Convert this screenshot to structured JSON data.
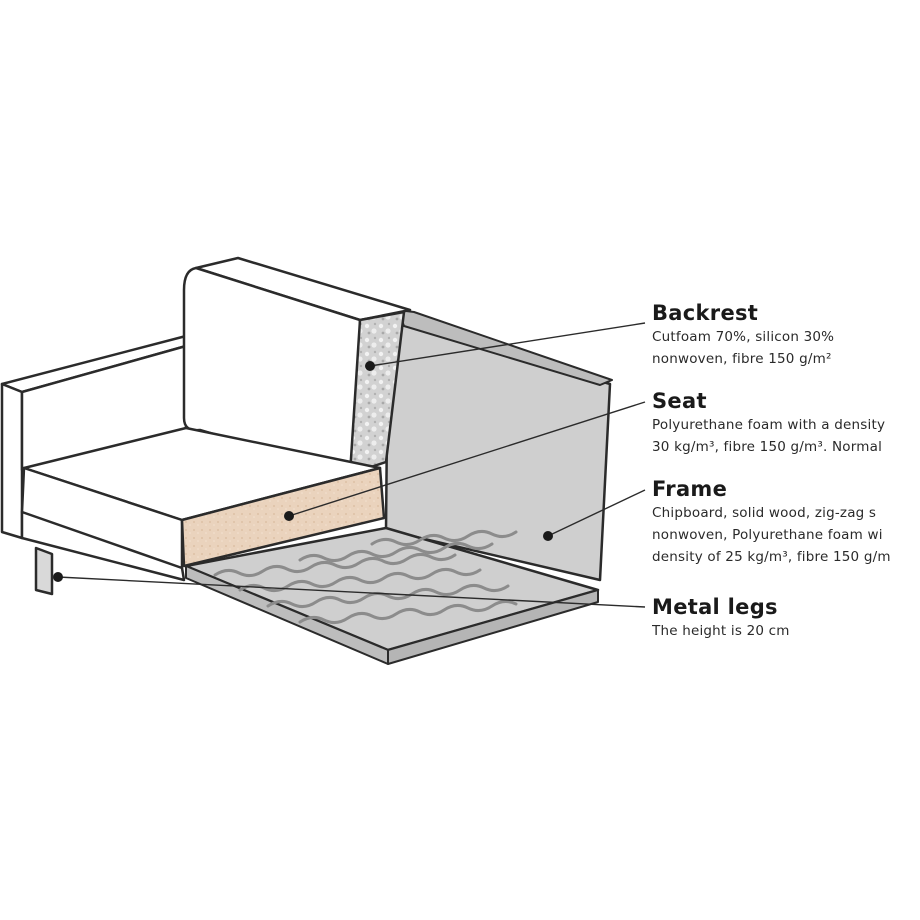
{
  "colors": {
    "outline": "#2b2b2b",
    "frame_fill": "#cfcfcf",
    "frame_top": "#bdbdbd",
    "seat_foam": "#e9d4c0",
    "backrest_foam": "#c8c8c8",
    "cushion": "#ffffff",
    "leg": "#d9d9d9"
  },
  "callouts": {
    "backrest": {
      "title": "Backrest",
      "lines": [
        "Cutfoam 70%, silicon 30%",
        "nonwoven, fibre 150 g/m²"
      ]
    },
    "seat": {
      "title": "Seat",
      "lines": [
        "Polyurethane foam with a density",
        "30 kg/m³, fibre 150 g/m³. Normal"
      ]
    },
    "frame": {
      "title": "Frame",
      "lines": [
        "Chipboard, solid wood, zig-zag s",
        "nonwoven, Polyurethane foam wi",
        "density of 25 kg/m³, fibre 150 g/m"
      ]
    },
    "legs": {
      "title": "Metal legs",
      "lines": [
        "The height is 20 cm"
      ]
    }
  }
}
